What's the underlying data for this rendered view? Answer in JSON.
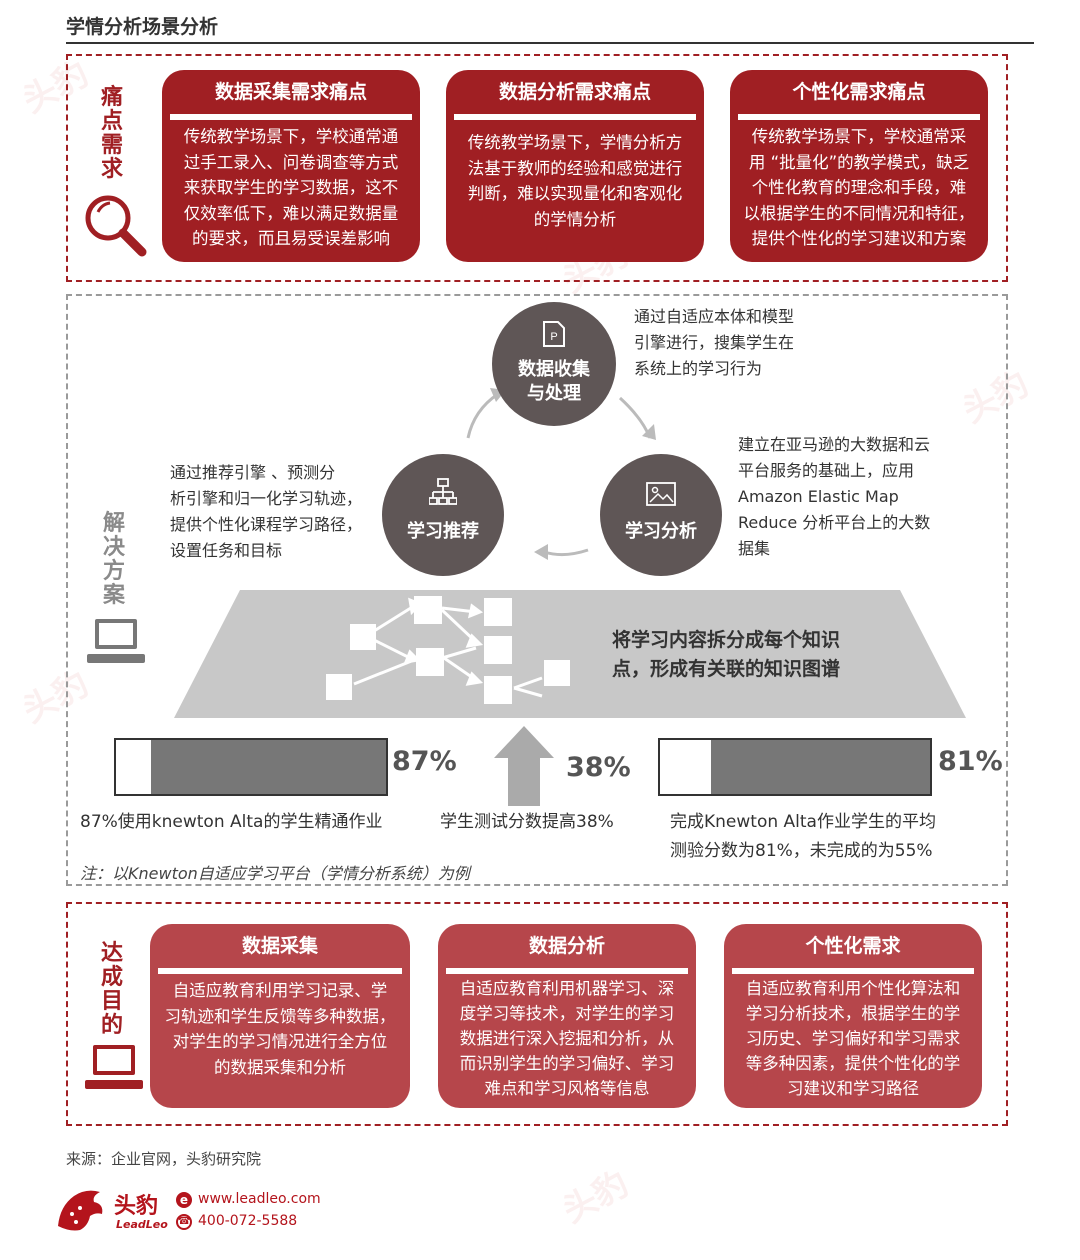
{
  "header": {
    "title": "学情分析场景分析"
  },
  "pain_points": {
    "side_label": [
      "痛",
      "点",
      "需",
      "求"
    ],
    "cards": [
      {
        "title": "数据采集需求痛点",
        "lines": [
          "传统教学场景下，学校通常通",
          "过手工录入、问卷调查等方式",
          "来获取学生的学习数据，这不",
          "仅效率低下，难以满足数据量",
          "的要求，而且易受误差影响"
        ]
      },
      {
        "title": "数据分析需求痛点",
        "lines": [
          "传统教学场景下，学情分析方",
          "法基于教师的经验和感觉进行",
          "判断，难以实现量化和客观化",
          "的学情分析"
        ]
      },
      {
        "title": "个性化需求痛点",
        "lines": [
          "传统教学场景下，学校通常采",
          "用 “批量化”的教学模式，缺乏",
          "个性化教育的理念和手段，难",
          "以根据学生的不同情况和特征，",
          "提供个性化的学习建议和方案"
        ]
      }
    ]
  },
  "solution": {
    "side_label": [
      "解",
      "决",
      "方",
      "案"
    ],
    "circles": {
      "collect": [
        "数据收集",
        "与处理"
      ],
      "recommend": "学习推荐",
      "analysis": "学习分析"
    },
    "notes": {
      "collect": [
        "通过自适应本体和模型",
        "引擎进行，搜集学生在",
        "系统上的学习行为"
      ],
      "analysis": [
        "建立在亚马逊的大数据和云",
        "平台服务的基础上，应用",
        "Amazon Elastic Map",
        "Reduce 分析平台上的大数",
        "据集"
      ],
      "recommend": [
        "通过推荐引擎 、预测分",
        "析引擎和归一化学习轨迹，",
        "提供个性化课程学习路径，",
        "设置任务和目标"
      ]
    },
    "graph_caption": [
      "将学习内容拆分成每个知识",
      "点，形成有关联的知识图谱"
    ],
    "stats": [
      {
        "value": "87%",
        "fraction": 0.87,
        "caption": [
          "87%使用knewton Alta的学生精通作业"
        ]
      },
      {
        "value": "38%",
        "caption": [
          "学生测试分数提高38%"
        ]
      },
      {
        "value": "81%",
        "fraction": 0.81,
        "caption": [
          "完成Knewton Alta作业学生的平均",
          "测验分数为81%，未完成的为55%"
        ]
      }
    ],
    "footnote": "注：以Knewton自适应学习平台（学情分析系统）为例"
  },
  "goals": {
    "side_label": [
      "达",
      "成",
      "目",
      "的"
    ],
    "cards": [
      {
        "title": "数据采集",
        "lines": [
          "自适应教育利用学习记录、学",
          "习轨迹和学生反馈等多种数据，",
          "对学生的学习情况进行全方位",
          "的数据采集和分析"
        ]
      },
      {
        "title": "数据分析",
        "lines": [
          "自适应教育利用机器学习、深",
          "度学习等技术，对学生的学习",
          "数据进行深入挖掘和分析，从",
          "而识别学生的学习偏好、学习",
          "难点和学习风格等信息"
        ]
      },
      {
        "title": "个性化需求",
        "lines": [
          "自适应教育利用个性化算法和",
          "学习分析技术，根据学生的学",
          "习历史、学习偏好和学习需求",
          "等多种因素，提供个性化的学",
          "习建议和学习路径"
        ]
      }
    ]
  },
  "footer": {
    "source": "来源：企业官网，头豹研究院",
    "brand": "头豹",
    "brand_en": "LeadLeo",
    "website": "www.leadleo.com",
    "phone": "400-072-5588"
  },
  "watermark": "头豹",
  "colors": {
    "accent": "#a01f23",
    "accent_light": "#b6464b",
    "circle": "#5f5656"
  },
  "icons": [
    "magnifier-icon",
    "document-icon",
    "hierarchy-icon",
    "image-icon",
    "computer-icon",
    "mail-icon",
    "phone-icon"
  ]
}
